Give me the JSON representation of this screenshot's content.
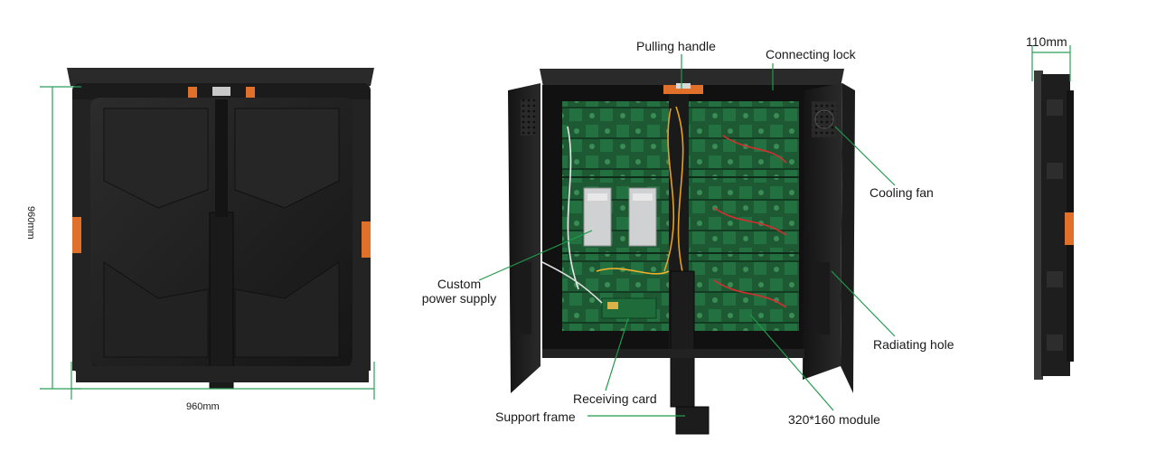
{
  "dimensions": {
    "front_width": "960mm",
    "front_height": "960mm",
    "side_depth": "110mm"
  },
  "labels": {
    "pulling_handle": "Pulling handle",
    "connecting_lock": "Connecting lock",
    "cooling_fan": "Cooling fan",
    "custom_power_supply": "Custom\npower supply",
    "radiating_hole": "Radiating hole",
    "receiving_card": "Receiving card",
    "support_frame": "Support frame",
    "module": "320*160 module"
  },
  "colors": {
    "callout_line": "#1f9a4a",
    "dimension_line": "#2e9e5a",
    "cabinet_dark": "#1e1e1e",
    "cabinet_mid": "#2b2b2b",
    "handle_orange": "#e0702a",
    "pcb_green": "#1f6b3a",
    "power_supply_silver": "#cfd1d3"
  }
}
